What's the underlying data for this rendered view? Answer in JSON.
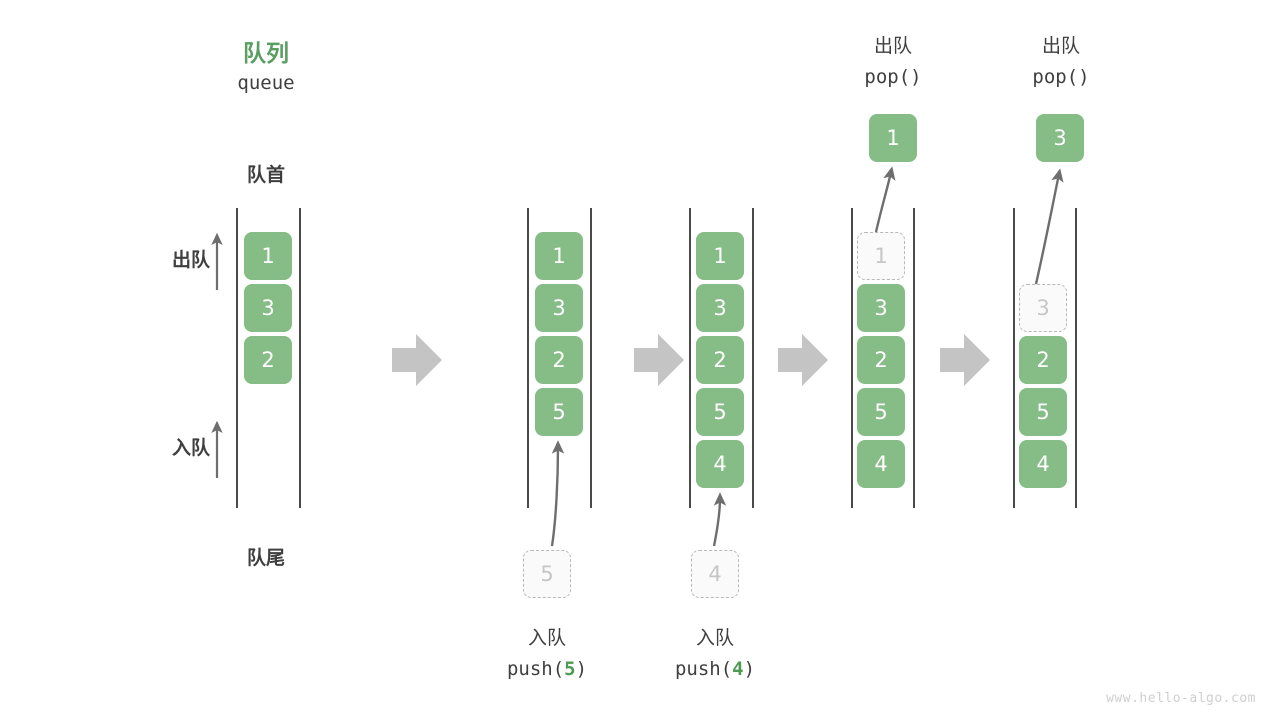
{
  "diagram": {
    "title_cn": "队列",
    "title_code": "queue",
    "head_label": "队首",
    "tail_label": "队尾",
    "dequeue_label": "出队",
    "enqueue_label": "入队",
    "watermark": "www.hello-algo.com",
    "colors": {
      "accent_green": "#86bc86",
      "title_green": "#5a9e62",
      "ghost_border": "#b8b8b8",
      "ghost_text": "#c6c6c6",
      "rail": "#4a4a4a",
      "step_arrow": "#c4c4c4",
      "thin_arrow": "#6e6e6e",
      "text": "#3f3f3f",
      "watermark": "#cfcfcf"
    },
    "steps": [
      {
        "id": "step-initial",
        "cells": [
          "1",
          "3",
          "2"
        ],
        "ghost_index": -1,
        "op_cn": "",
        "op_code": "",
        "op_arg": ""
      },
      {
        "id": "step-push-5",
        "cells": [
          "1",
          "3",
          "2",
          "5"
        ],
        "ghost_index": -1,
        "op_cn": "入队",
        "op_code_prefix": "push(",
        "op_arg": "5",
        "op_code_suffix": ")",
        "incoming_value": "5"
      },
      {
        "id": "step-push-4",
        "cells": [
          "1",
          "3",
          "2",
          "5",
          "4"
        ],
        "ghost_index": -1,
        "op_cn": "入队",
        "op_code_prefix": "push(",
        "op_arg": "4",
        "op_code_suffix": ")",
        "incoming_value": "4"
      },
      {
        "id": "step-pop-1",
        "cells": [
          "1",
          "3",
          "2",
          "5",
          "4"
        ],
        "ghost_index": 0,
        "op_cn": "出队",
        "op_code_prefix": "pop(",
        "op_arg": "",
        "op_code_suffix": ")",
        "popped_value": "1"
      },
      {
        "id": "step-pop-3",
        "cells": [
          "3",
          "2",
          "5",
          "4"
        ],
        "ghost_index": 0,
        "op_cn": "出队",
        "op_code_prefix": "pop(",
        "op_arg": "",
        "op_code_suffix": ")",
        "popped_value": "3"
      }
    ]
  },
  "labels": {
    "push5_cn": "入队",
    "push5_code_pre": "push(",
    "push5_code_arg": "5",
    "push5_code_post": ")",
    "push4_cn": "入队",
    "push4_code_pre": "push(",
    "push4_code_arg": "4",
    "push4_code_post": ")",
    "pop1_cn": "出队",
    "pop1_code": "pop()",
    "pop3_cn": "出队",
    "pop3_code": "pop()",
    "incoming5": "5",
    "incoming4": "4",
    "popped1": "1",
    "popped3": "3"
  },
  "cells": {
    "q1": [
      "1",
      "3",
      "2"
    ],
    "q2": [
      "1",
      "3",
      "2",
      "5"
    ],
    "q3": [
      "1",
      "3",
      "2",
      "5",
      "4"
    ],
    "q4": [
      "1",
      "3",
      "2",
      "5",
      "4"
    ],
    "q5": [
      "3",
      "2",
      "5",
      "4"
    ]
  }
}
